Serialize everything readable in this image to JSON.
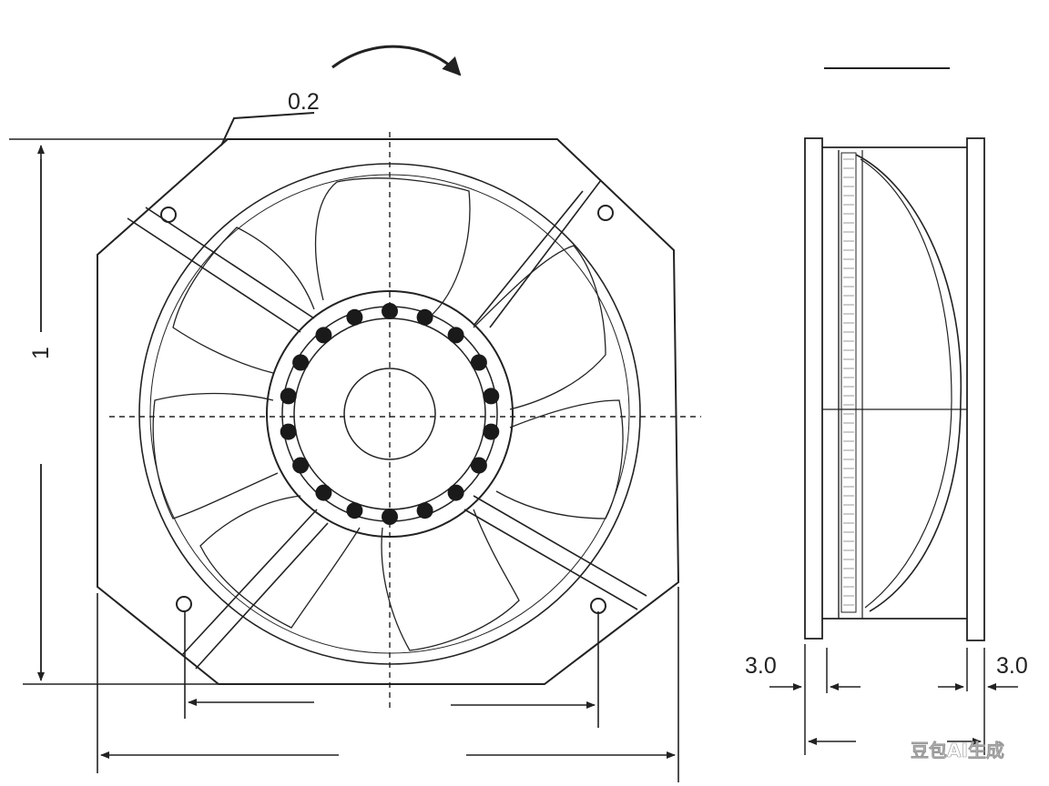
{
  "labels": {
    "flatness": "0.2",
    "height_dim": "1",
    "flange_left": "3.0",
    "flange_right": "3.0"
  },
  "watermark": "豆包AI生成",
  "colors": {
    "line": "#222222",
    "background": "#ffffff"
  },
  "icons": {
    "rotation": "rotation-arrow-icon",
    "mounting_hole": "mounting-hole-icon",
    "hub_rivet": "rivet-icon"
  }
}
